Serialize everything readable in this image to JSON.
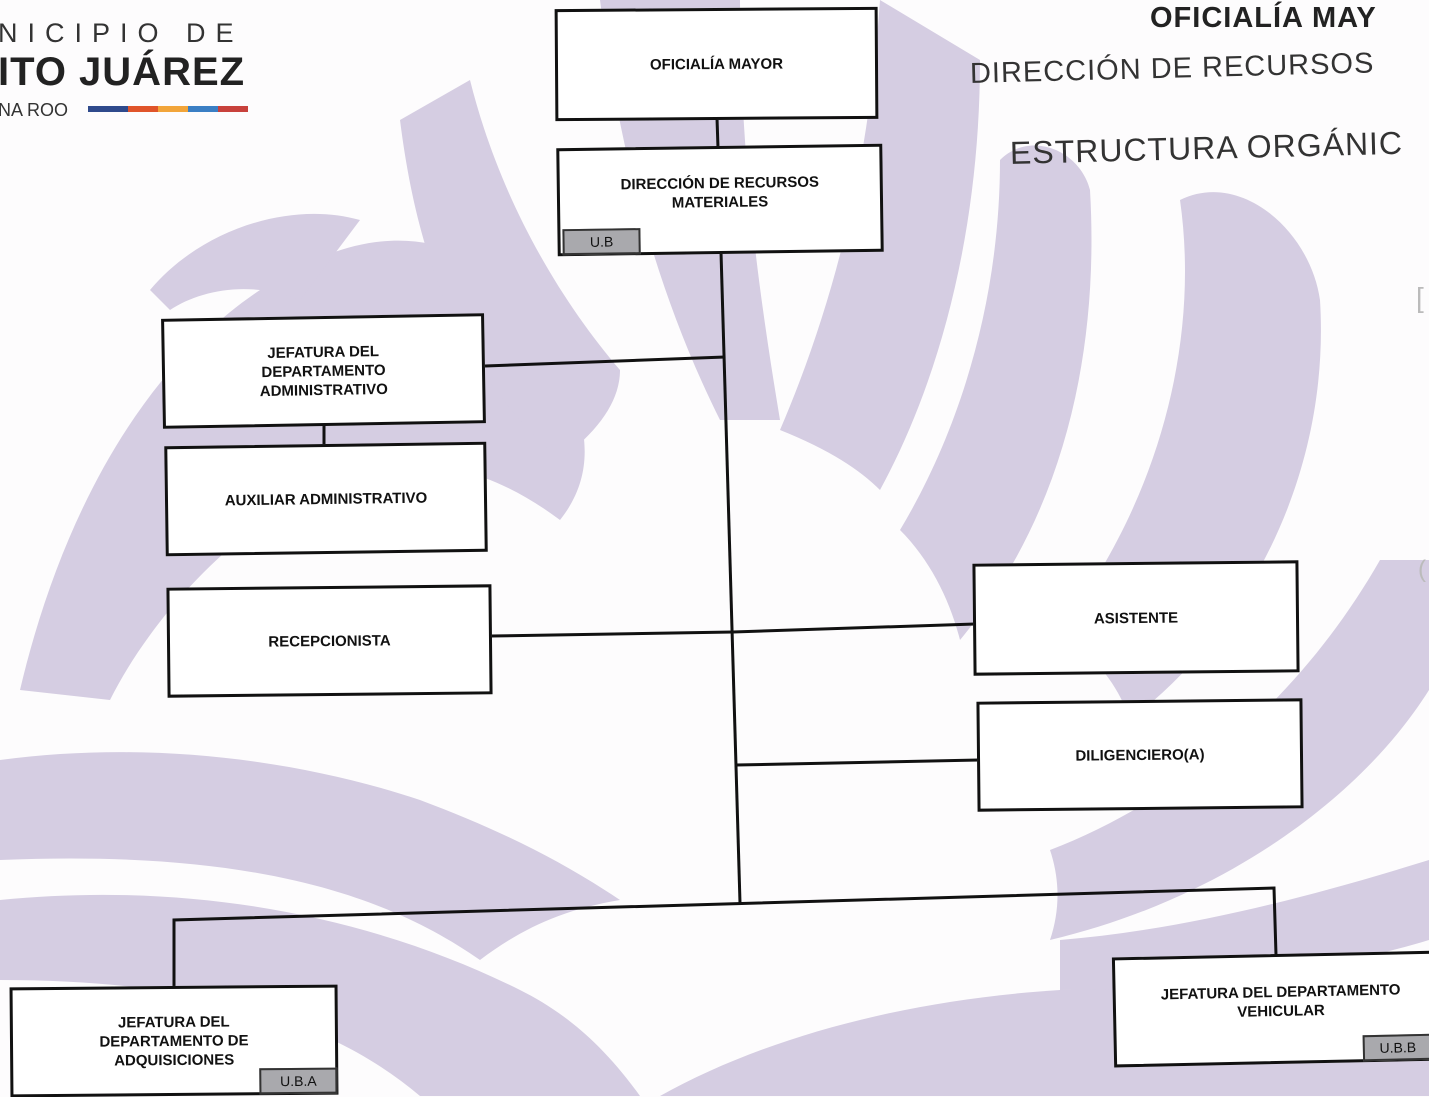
{
  "header": {
    "logo": {
      "line1": "NICIPIO DE",
      "line2": "ITO JUÁREZ",
      "line3": "NA ROO"
    },
    "title": "OFICIALÍA MAY",
    "subtitle": "DIRECCIÓN DE RECURSOS",
    "section": "ESTRUCTURA ORGÁNIC"
  },
  "colors": {
    "watermark": "#d5cde2",
    "box_border": "#111111",
    "tag_fill": "#a9a9ad",
    "stripe": [
      "#2f4a8c",
      "#e0542a",
      "#f2a53a",
      "#3b7fc4",
      "#c8413c"
    ]
  },
  "units": {
    "oficialia": {
      "label": "OFICIALÍA MAYOR"
    },
    "direccion": {
      "label": "DIRECCIÓN DE RECURSOS MATERIALES",
      "tag": "U.B"
    },
    "jef_admin": {
      "label": "JEFATURA DEL DEPARTAMENTO ADMINISTRATIVO"
    },
    "auxiliar": {
      "label": "AUXILIAR ADMINISTRATIVO"
    },
    "recepcionista": {
      "label": "RECEPCIONISTA"
    },
    "asistente": {
      "label": "ASISTENTE"
    },
    "diligenciero": {
      "label": "DILIGENCIERO(A)"
    },
    "jef_adquisiciones": {
      "label": "JEFATURA DEL DEPARTAMENTO DE ADQUISICIONES",
      "tag": "U.B.A"
    },
    "jef_vehicular": {
      "label": "JEFATURA DEL DEPARTAMENTO VEHICULAR",
      "tag": "U.B.B"
    }
  }
}
